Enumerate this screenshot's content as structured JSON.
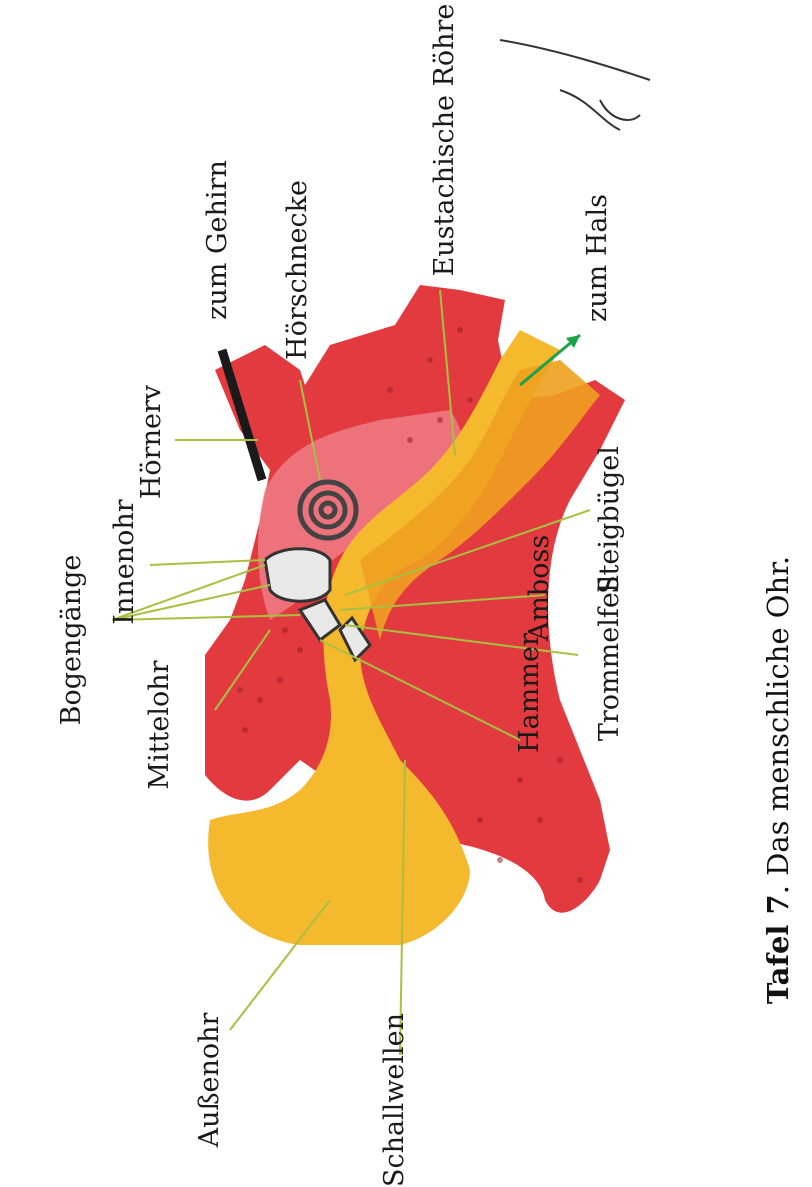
{
  "labels": {
    "bogengaenge": "Bogengänge",
    "mittelohr": "Mittelohr",
    "innenohr": "Innenohr",
    "hoernerv": "Hörnerv",
    "zum_gehirn": "zum Gehirn",
    "hoerschnecke": "Hörschnecke",
    "eustachische_roehre": "Eustachische Röhre",
    "zum_hals": "zum Hals",
    "steigbuegel": "Steigbügel",
    "amboss": "Amboss",
    "trommelfell": "Trommelfell",
    "hammer": "Hammer",
    "aussenohr": "Außenohr",
    "schallwellen": "Schallwellen"
  },
  "caption": {
    "prefix": "Tafel 7",
    "text": ". Das menschliche Ohr."
  },
  "colors": {
    "tissue": "#e23a3f",
    "tissue_light": "#f07c86",
    "canal": "#f5b92e",
    "leader": "#a8c040"
  }
}
